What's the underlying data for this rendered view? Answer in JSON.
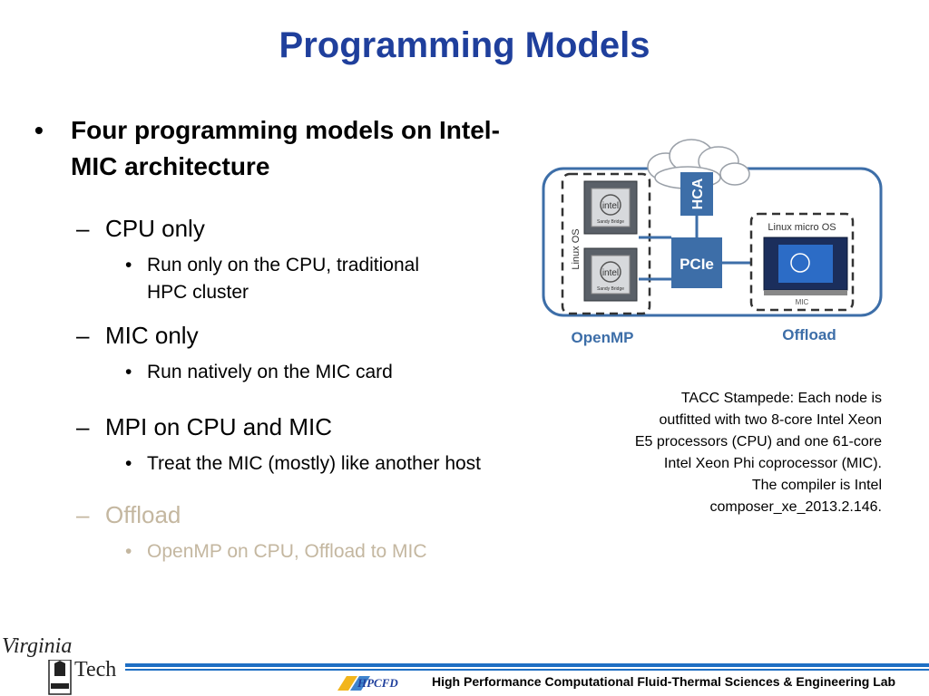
{
  "slide": {
    "title": "Programming Models"
  },
  "bullets": {
    "main": "Four programming models on Intel-MIC architecture",
    "main_marker": "•",
    "dash": "–",
    "dot": "•",
    "items": [
      {
        "label": "CPU only",
        "detail_lines": [
          "Run only on the CPU, traditional",
          "HPC cluster"
        ],
        "dimmed": false
      },
      {
        "label": "MIC only",
        "detail_lines": [
          "Run natively on the MIC card"
        ],
        "dimmed": false
      },
      {
        "label": "MPI on CPU and MIC",
        "detail_lines": [
          "Treat the MIC (mostly) like another host"
        ],
        "dimmed": false
      },
      {
        "label": "Offload",
        "detail_lines": [
          "OpenMP on CPU, Offload to MIC"
        ],
        "dimmed": true
      }
    ]
  },
  "diagram": {
    "left_os_label": "Linux OS",
    "chip_brand": "intel",
    "chip_subtitle": "Sandy Bridge",
    "hca_label": "HCA",
    "pcie_label": "PCIe",
    "mic_os_label": "Linux micro OS",
    "mic_card_label": "MIC",
    "openmp_label": "OpenMP",
    "offload_label": "Offload"
  },
  "caption": {
    "lines": [
      "TACC Stampede: Each node is",
      "outfitted with two 8-core Intel Xeon",
      "E5 processors (CPU) and one 61-core",
      "Intel Xeon Phi coprocessor (MIC).",
      "The compiler is Intel",
      "composer_xe_2013.2.146."
    ]
  },
  "footer": {
    "logo_virginia": "Virginia",
    "logo_tech": "Tech",
    "hpcfd_logo": "HPCFD",
    "lab_name": "High Performance Computational Fluid-Thermal Sciences & Engineering Lab"
  },
  "colors": {
    "title": "#1f3f9c",
    "dimmed_text": "#c4b7a0",
    "diagram_blue": "#3d6ea8",
    "footer_line": "#1f6fc4"
  }
}
